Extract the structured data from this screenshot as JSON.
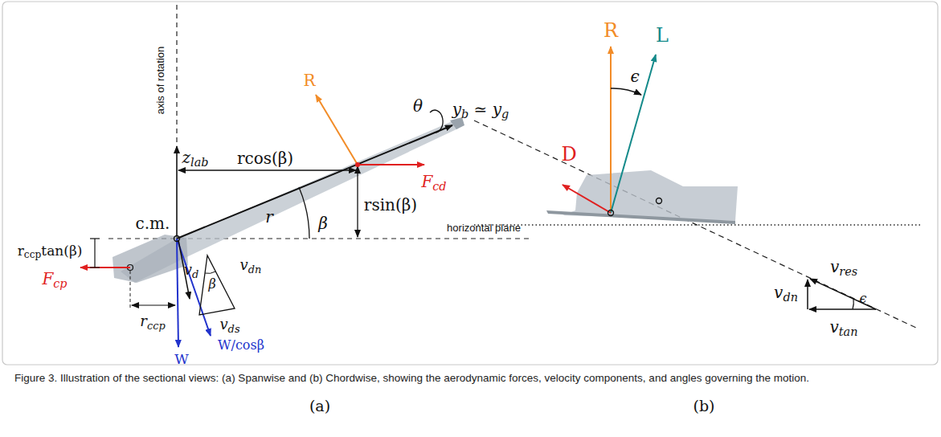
{
  "diagram": {
    "caption": "Figure 3. Illustration of the sectional views: (a) Spanwise and (b) Chordwise, showing the aerodynamic forces, velocity components, and angles governing the motion.",
    "labels": [
      "axis of rotation",
      "zlab",
      "rcos(β)",
      "R",
      "yb ≃ yg",
      "θ",
      "Fcd",
      "r",
      "rsin(β)",
      "c.m.",
      "β",
      "horizontal plane",
      "rccptan(β)",
      "Fcp",
      "vd",
      "vdn",
      "β",
      "vds",
      "rccp",
      "W",
      "W/cosβ",
      "(a)",
      "R",
      "ϵ",
      "L",
      "D",
      "vdn",
      "vres",
      "ϵ",
      "vtan",
      "(b)"
    ]
  }
}
